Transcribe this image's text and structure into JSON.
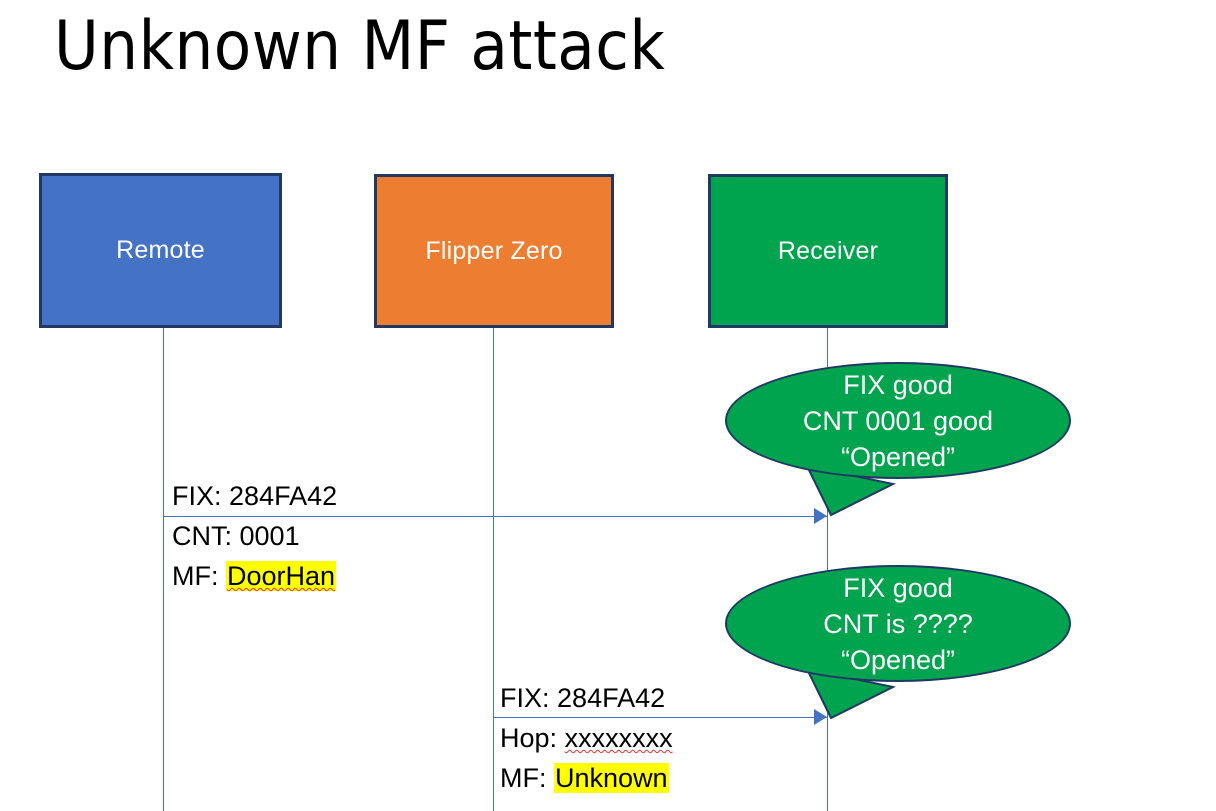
{
  "slide": {
    "title": "Unknown MF attack",
    "background": "#FFFFFF"
  },
  "colors": {
    "remote_fill": "#4472C4",
    "flipper_fill": "#ED7D31",
    "receiver_fill": "#00A44E",
    "box_border": "#1F3864",
    "lifeline": "#4472C4",
    "arrow": "#4472C4",
    "highlight": "#FFFF00",
    "bubble_fill": "#00A44E",
    "bubble_border": "#1F3864",
    "text": "#000000",
    "box_text": "#FFFFFF"
  },
  "actors": [
    {
      "id": "remote",
      "label": "Remote"
    },
    {
      "id": "flipper",
      "label": "Flipper Zero"
    },
    {
      "id": "receiver",
      "label": "Receiver"
    }
  ],
  "messages": [
    {
      "id": "msg-remote-to-receiver",
      "from": "remote",
      "to": "receiver",
      "lines": [
        {
          "label": "FIX:",
          "value": "284FA42",
          "highlight": false,
          "spellcheck_underline": false
        },
        {
          "label": "CNT:",
          "value": "0001",
          "highlight": false,
          "spellcheck_underline": false
        },
        {
          "label": "MF:",
          "value": "DoorHan",
          "highlight": true,
          "spellcheck_underline": true
        }
      ]
    },
    {
      "id": "msg-flipper-to-receiver",
      "from": "flipper",
      "to": "receiver",
      "lines": [
        {
          "label": "FIX:",
          "value": "284FA42",
          "highlight": false,
          "spellcheck_underline": false
        },
        {
          "label": "Hop:",
          "value": "xxxxxxxx",
          "highlight": false,
          "spellcheck_underline": true
        },
        {
          "label": "MF:",
          "value": "Unknown",
          "highlight": true,
          "spellcheck_underline": false
        }
      ]
    }
  ],
  "bubbles": [
    {
      "id": "bubble-first-reply",
      "owner": "receiver",
      "lines": [
        "FIX good",
        "CNT 0001 good",
        "“Opened”"
      ]
    },
    {
      "id": "bubble-second-reply",
      "owner": "receiver",
      "lines": [
        "FIX good",
        "CNT is ????",
        "“Opened”"
      ]
    }
  ]
}
